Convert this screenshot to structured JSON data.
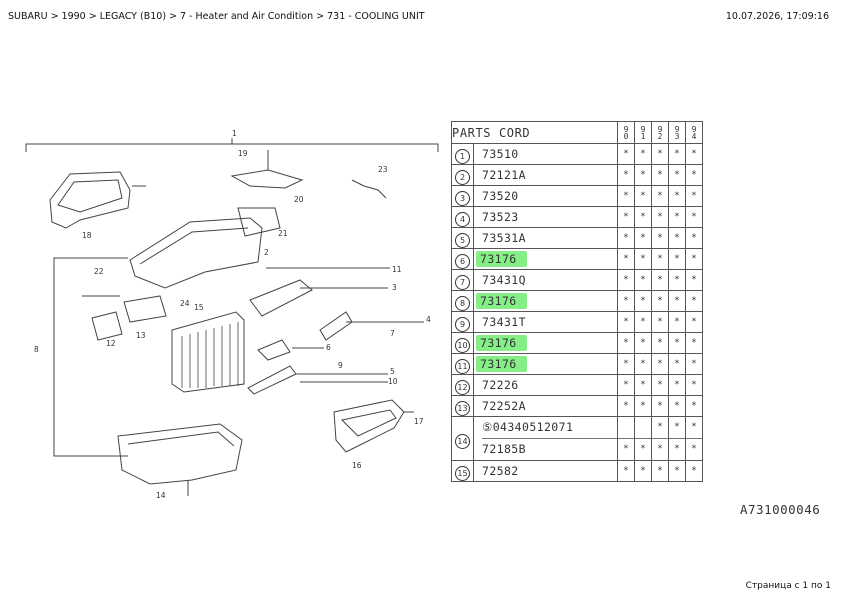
{
  "header": {
    "breadcrumb": "SUBARU > 1990 > LEGACY (B10) > 7 - Heater and Air Condition > 731 - COOLING UNIT",
    "timestamp": "10.07.2026, 17:09:16"
  },
  "footer": {
    "page_info": "Страница с 1 по 1"
  },
  "catalog_code": "A731000046",
  "highlight_color": "#86ee86",
  "diagram": {
    "callouts": [
      "1",
      "2",
      "3",
      "4",
      "5",
      "6",
      "7",
      "8",
      "9",
      "10",
      "11",
      "12",
      "13",
      "14",
      "15",
      "16",
      "17",
      "18",
      "19",
      "20",
      "21",
      "22",
      "23",
      "24"
    ]
  },
  "parts_table": {
    "header": "PARTS CORD",
    "year_columns": [
      "90",
      "91",
      "92",
      "93",
      "94"
    ],
    "rows": [
      {
        "index": "1",
        "code": "73510",
        "marks": [
          "*",
          "*",
          "*",
          "*",
          "*"
        ],
        "highlight": false
      },
      {
        "index": "2",
        "code": "72121A",
        "marks": [
          "*",
          "*",
          "*",
          "*",
          "*"
        ],
        "highlight": false
      },
      {
        "index": "3",
        "code": "73520",
        "marks": [
          "*",
          "*",
          "*",
          "*",
          "*"
        ],
        "highlight": false
      },
      {
        "index": "4",
        "code": "73523",
        "marks": [
          "*",
          "*",
          "*",
          "*",
          "*"
        ],
        "highlight": false
      },
      {
        "index": "5",
        "code": "73531A",
        "marks": [
          "*",
          "*",
          "*",
          "*",
          "*"
        ],
        "highlight": false
      },
      {
        "index": "6",
        "code": "73176",
        "marks": [
          "*",
          "*",
          "*",
          "*",
          "*"
        ],
        "highlight": true
      },
      {
        "index": "7",
        "code": "73431Q",
        "marks": [
          "*",
          "*",
          "*",
          "*",
          "*"
        ],
        "highlight": false
      },
      {
        "index": "8",
        "code": "73176",
        "marks": [
          "*",
          "*",
          "*",
          "*",
          "*"
        ],
        "highlight": true
      },
      {
        "index": "9",
        "code": "73431T",
        "marks": [
          "*",
          "*",
          "*",
          "*",
          "*"
        ],
        "highlight": false
      },
      {
        "index": "10",
        "code": "73176",
        "marks": [
          "*",
          "*",
          "*",
          "*",
          "*"
        ],
        "highlight": true
      },
      {
        "index": "11",
        "code": "73176",
        "marks": [
          "*",
          "*",
          "*",
          "*",
          "*"
        ],
        "highlight": true
      },
      {
        "index": "12",
        "code": "72226",
        "marks": [
          "*",
          "*",
          "*",
          "*",
          "*"
        ],
        "highlight": false
      },
      {
        "index": "13",
        "code": "72252A",
        "marks": [
          "*",
          "*",
          "*",
          "*",
          "*"
        ],
        "highlight": false
      },
      {
        "index": "14",
        "codes": [
          "⑤04340512071",
          "72185B"
        ],
        "marks": [
          [
            "",
            "",
            "*",
            "*",
            "*"
          ],
          [
            "*",
            "*",
            "*",
            "*",
            "*"
          ]
        ],
        "highlight": false
      },
      {
        "index": "15",
        "code": "72582",
        "marks": [
          "*",
          "*",
          "*",
          "*",
          "*"
        ],
        "highlight": false
      }
    ]
  }
}
